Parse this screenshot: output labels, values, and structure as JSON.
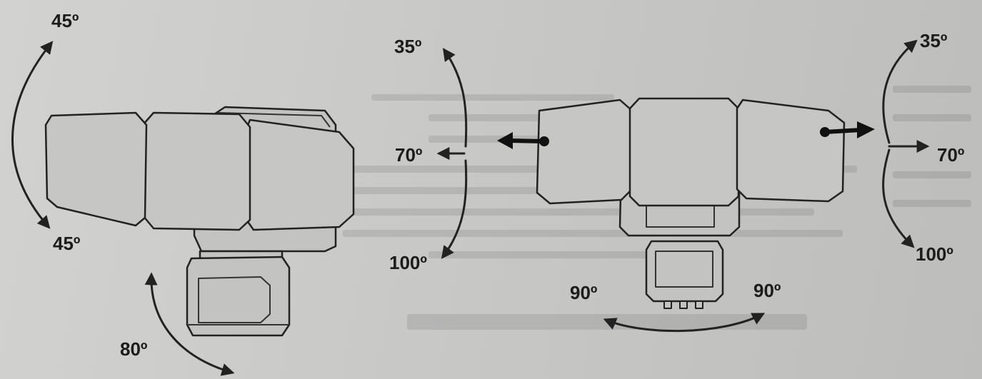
{
  "left": {
    "tilt_up": "45º",
    "tilt_down": "45º",
    "sensor_rotation": "80º"
  },
  "center": {
    "up": "35º",
    "side": "70º",
    "down": "100º"
  },
  "right": {
    "up": "35º",
    "side": "70º",
    "down": "100º",
    "sensor_left": "90º",
    "sensor_right": "90º"
  }
}
